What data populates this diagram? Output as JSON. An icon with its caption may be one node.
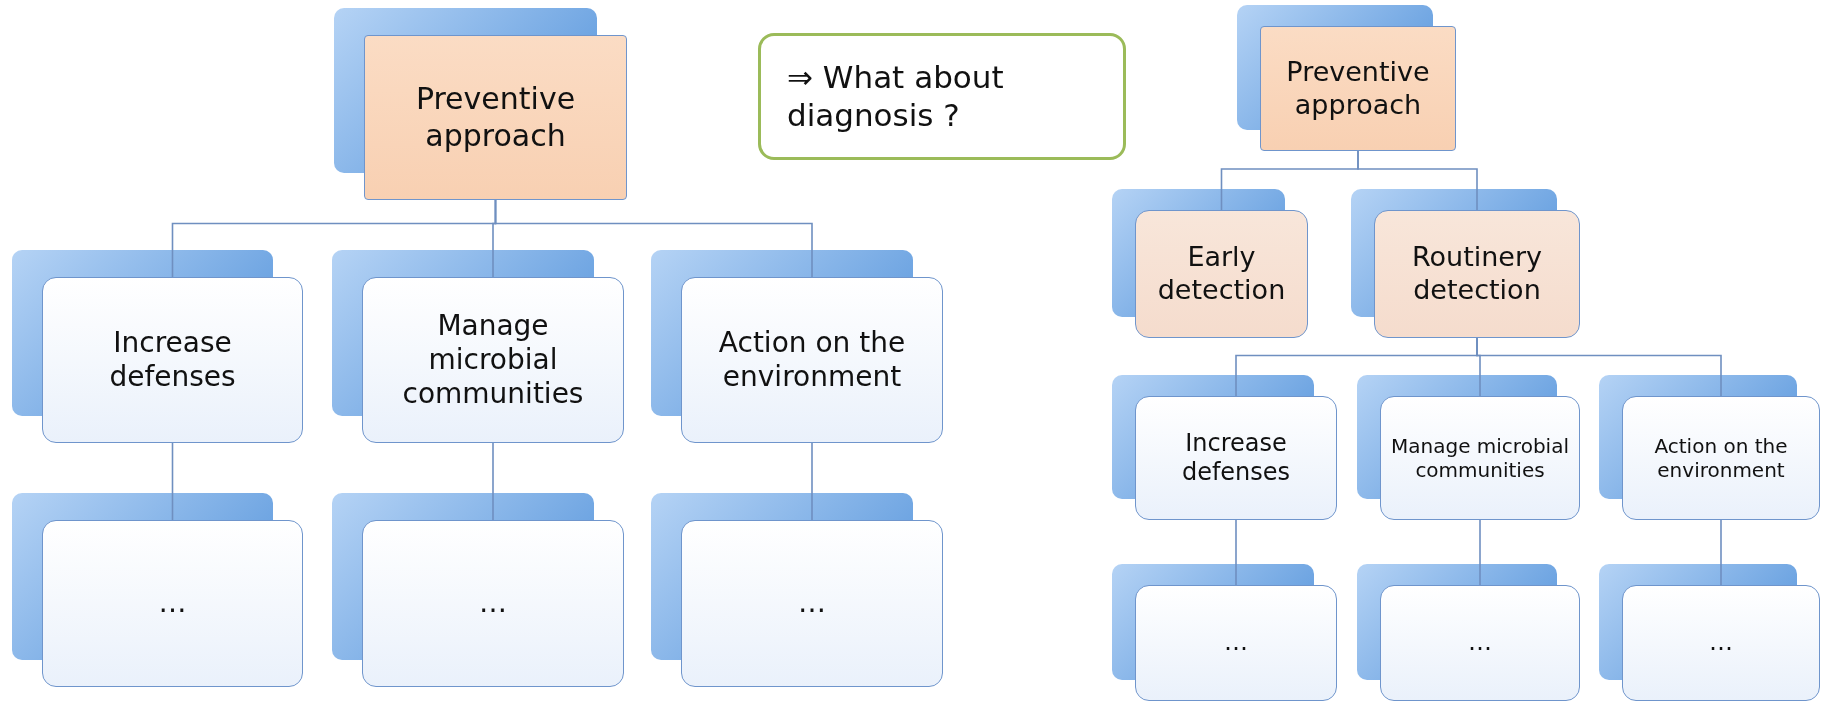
{
  "diagram": {
    "nodes": [
      {
        "text": [
          "Preventive approach"
        ]
      },
      {
        "text": [
          "Increase defenses"
        ]
      },
      {
        "text": [
          "Manage microbial communities"
        ]
      },
      {
        "text": [
          "Action on the environment"
        ]
      },
      {
        "text": [
          "…"
        ]
      },
      {
        "text": [
          "…"
        ]
      },
      {
        "text": [
          "…"
        ]
      },
      {
        "text": [
          "⇒ What about diagnosis ?"
        ]
      },
      {
        "text": [
          "Preventive approach"
        ]
      },
      {
        "text": [
          "Early detection"
        ]
      },
      {
        "text": [
          "Routinery detection"
        ]
      },
      {
        "text": [
          "Increase defenses"
        ]
      },
      {
        "text": [
          "Manage microbial communities"
        ]
      },
      {
        "text": [
          "Action on the environment"
        ]
      },
      {
        "text": [
          "…"
        ]
      },
      {
        "text": [
          "…"
        ]
      },
      {
        "text": [
          "…"
        ]
      }
    ],
    "edges": [
      {
        "from": 0,
        "to": 1,
        "arrow": "none"
      },
      {
        "from": 0,
        "to": 2,
        "arrow": "none"
      },
      {
        "from": 0,
        "to": 3,
        "arrow": "none"
      },
      {
        "from": 1,
        "to": 4,
        "arrow": "none"
      },
      {
        "from": 2,
        "to": 5,
        "arrow": "none"
      },
      {
        "from": 3,
        "to": 6,
        "arrow": "none"
      },
      {
        "from": 8,
        "to": 9,
        "arrow": "none"
      },
      {
        "from": 8,
        "to": 10,
        "arrow": "none"
      },
      {
        "from": 10,
        "to": 11,
        "arrow": "none"
      },
      {
        "from": 10,
        "to": 12,
        "arrow": "none"
      },
      {
        "from": 10,
        "to": 13,
        "arrow": "none"
      },
      {
        "from": 11,
        "to": 14,
        "arrow": "none"
      },
      {
        "from": 12,
        "to": 15,
        "arrow": "none"
      },
      {
        "from": 13,
        "to": 16,
        "arrow": "none"
      }
    ]
  }
}
